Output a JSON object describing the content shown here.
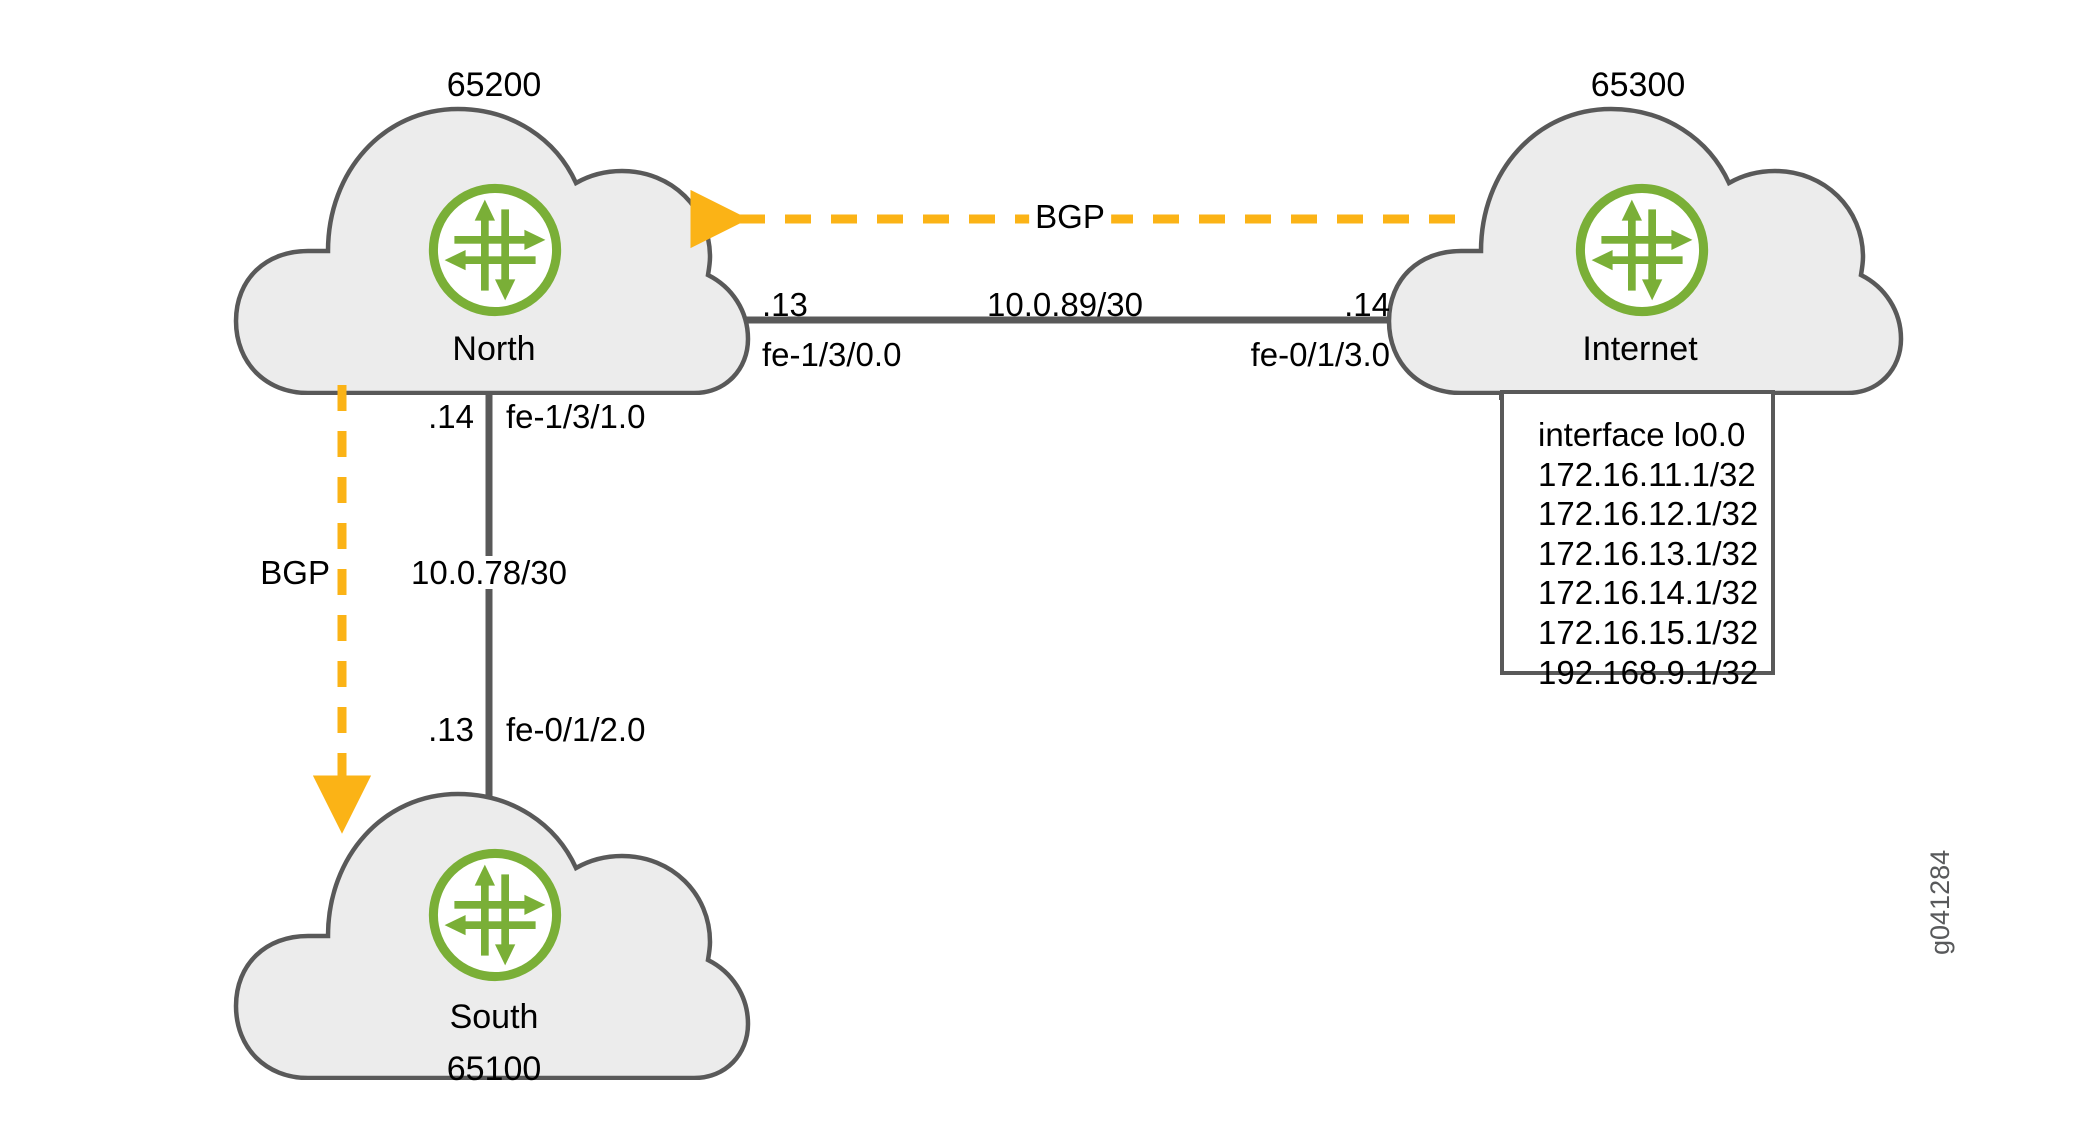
{
  "diagram": {
    "title": "BGP network topology",
    "figure_id": "g041284",
    "colors": {
      "cloud_fill": "#ECECEC",
      "cloud_stroke": "#595959",
      "router_green": "#7AAF37",
      "bgp_orange": "#FBB316",
      "link_gray": "#595959",
      "text_black": "#000000",
      "box_border": "#595959",
      "box_fill": "#FFFFFF"
    },
    "clouds": [
      {
        "id": "north",
        "node_label": "North",
        "as_label": "65200",
        "as_position": "top"
      },
      {
        "id": "internet",
        "node_label": "Internet",
        "as_label": "65300",
        "as_position": "top"
      },
      {
        "id": "south",
        "node_label": "South",
        "as_label": "65100",
        "as_position": "bottom"
      }
    ],
    "links": [
      {
        "id": "north-internet",
        "orientation": "horizontal",
        "network": "10.0.89/30",
        "near_host": ".13",
        "near_interface": "fe-1/3/0.0",
        "far_host": ".14",
        "far_interface": "fe-0/1/3.0"
      },
      {
        "id": "north-south",
        "orientation": "vertical",
        "network": "10.0.78/30",
        "near_host": ".14",
        "near_interface": "fe-1/3/1.0",
        "far_host": ".13",
        "far_interface": "fe-0/1/2.0"
      }
    ],
    "sessions": [
      {
        "id": "bgp-internet-north",
        "label": "BGP",
        "direction": "internet-to-north",
        "style": "dashed"
      },
      {
        "id": "bgp-north-south",
        "label": "BGP",
        "direction": "north-to-south",
        "style": "dashed"
      }
    ],
    "loopback_box": {
      "heading": "interface lo0.0",
      "addresses": [
        "172.16.11.1/32",
        "172.16.12.1/32",
        "172.16.13.1/32",
        "172.16.14.1/32",
        "172.16.15.1/32",
        "192.168.9.1/32"
      ]
    }
  }
}
